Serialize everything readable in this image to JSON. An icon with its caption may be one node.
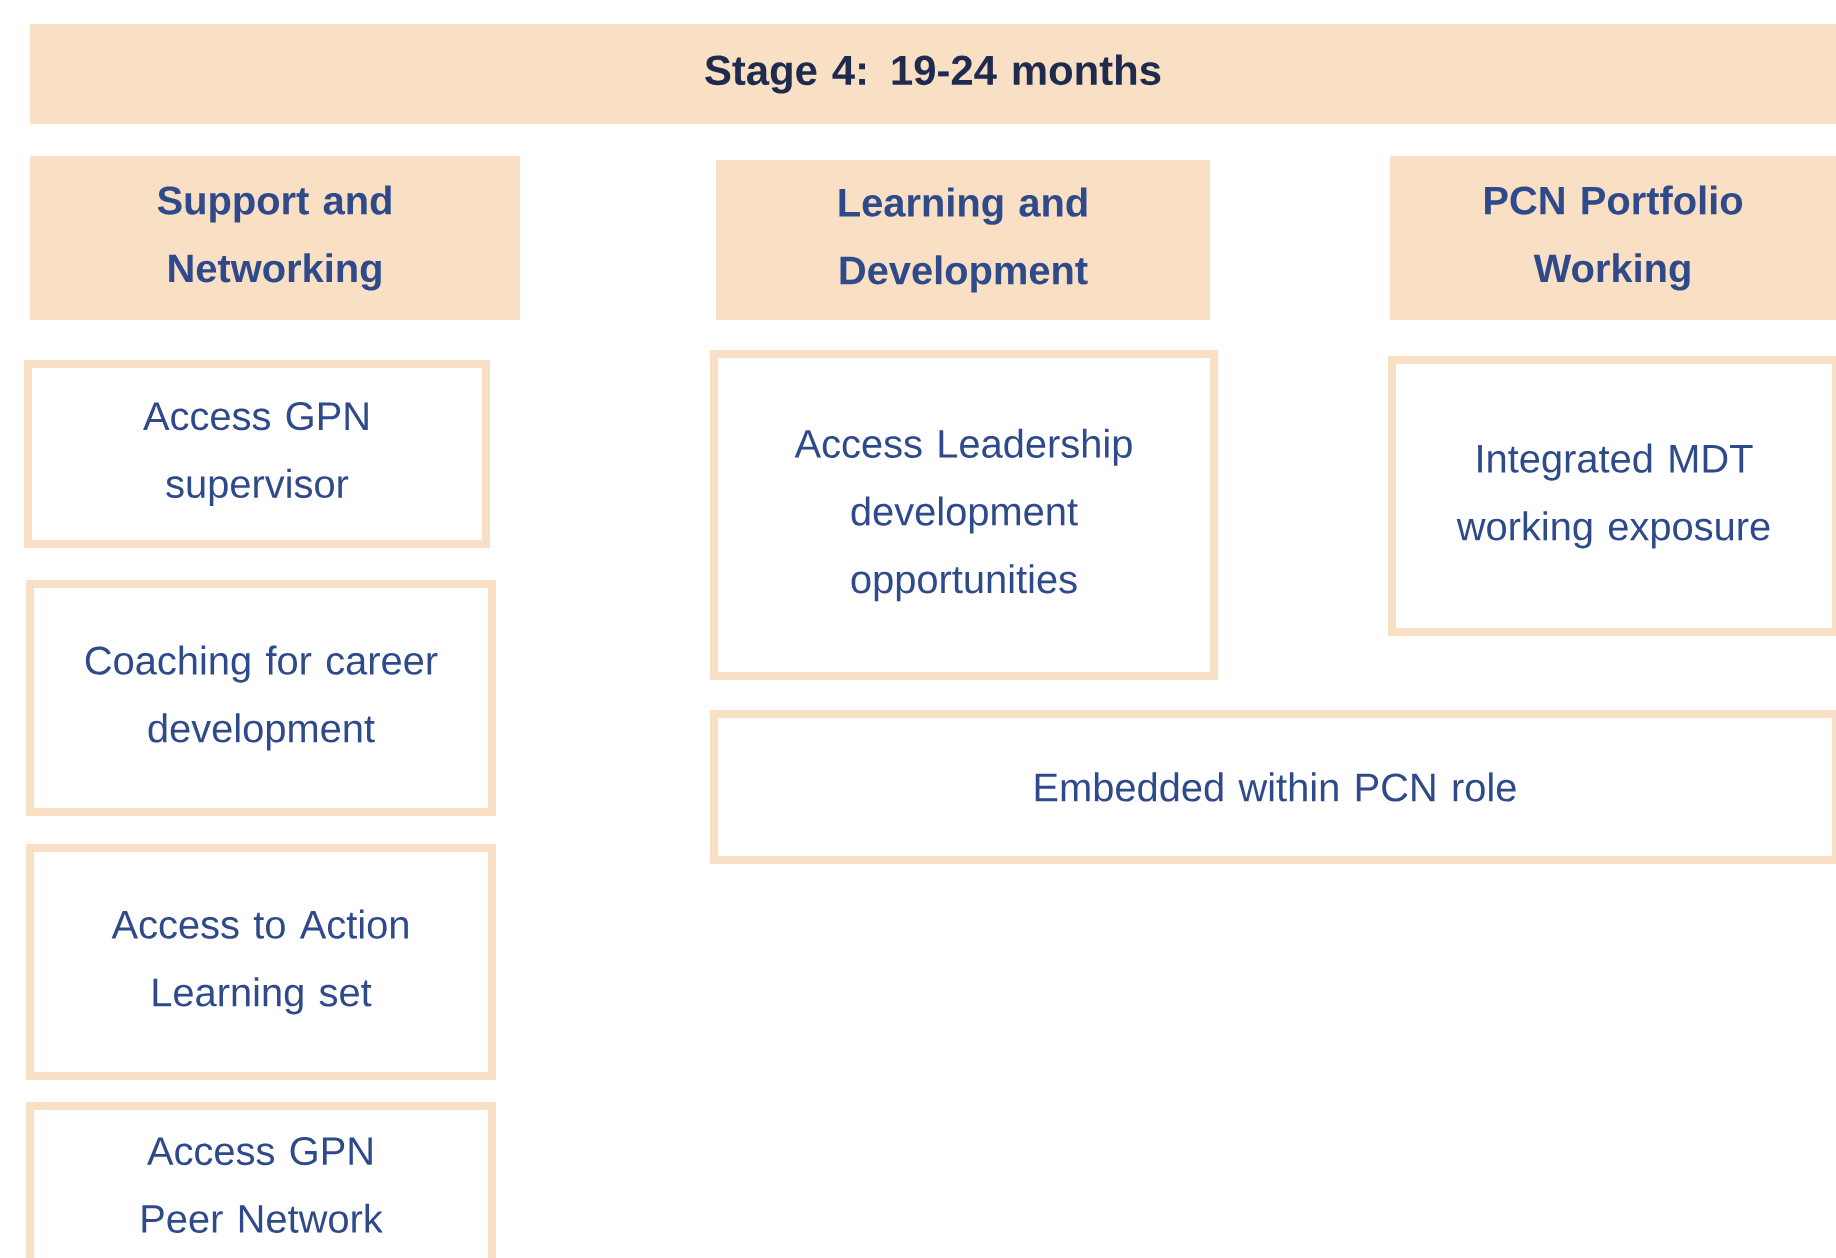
{
  "diagram": {
    "nodes": [
      {
        "text": [
          "Stage 4: 19-24 months"
        ]
      },
      {
        "text": [
          "Support and Networking"
        ]
      },
      {
        "text": [
          "Learning and Development"
        ]
      },
      {
        "text": [
          "PCN Portfolio Working"
        ]
      },
      {
        "text": [
          "Access GPN supervisor"
        ]
      },
      {
        "text": [
          "Coaching for career development"
        ]
      },
      {
        "text": [
          "Access to Action Learning set"
        ]
      },
      {
        "text": [
          "Access GPN Peer Network"
        ]
      },
      {
        "text": [
          "Access Leadership development opportunities"
        ]
      },
      {
        "text": [
          "Integrated MDT  working exposure"
        ]
      },
      {
        "text": [
          "Embedded within PCN role"
        ]
      }
    ]
  }
}
